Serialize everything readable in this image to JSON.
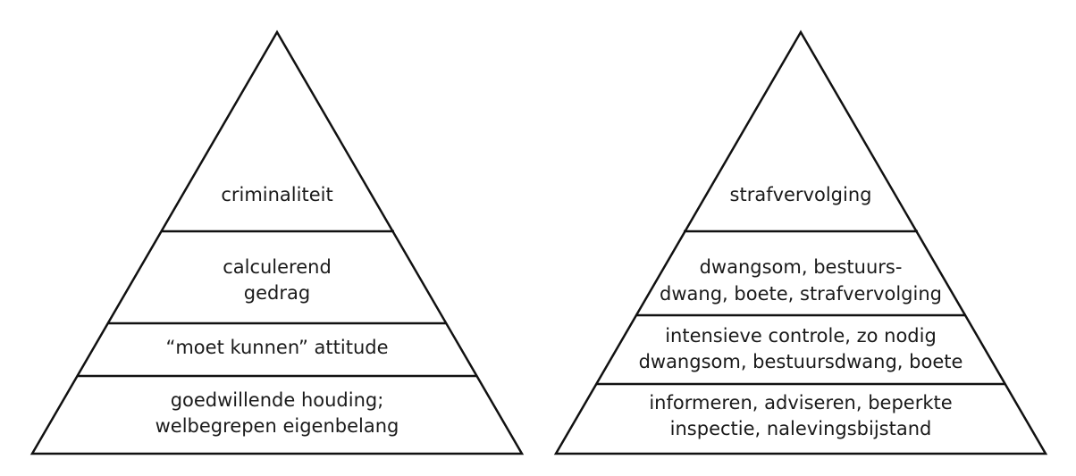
{
  "pyramids": [
    {
      "levels": [
        {
          "lines": [
            "criminaliteit"
          ]
        },
        {
          "lines": [
            "calculerend",
            "gedrag"
          ]
        },
        {
          "lines": [
            "“moet kunnen” attitude"
          ]
        },
        {
          "lines": [
            "goedwillende houding;",
            "welbegrepen eigenbelang"
          ]
        }
      ]
    },
    {
      "levels": [
        {
          "lines": [
            "strafvervolging"
          ]
        },
        {
          "lines": [
            "dwangsom, bestuurs-",
            "dwang, boete, strafvervolging"
          ]
        },
        {
          "lines": [
            "intensieve controle, zo nodig",
            "dwangsom, bestuursdwang, boete"
          ]
        },
        {
          "lines": [
            "informeren, adviseren, beperkte",
            "inspectie, nalevingsbijstand"
          ]
        }
      ]
    }
  ]
}
